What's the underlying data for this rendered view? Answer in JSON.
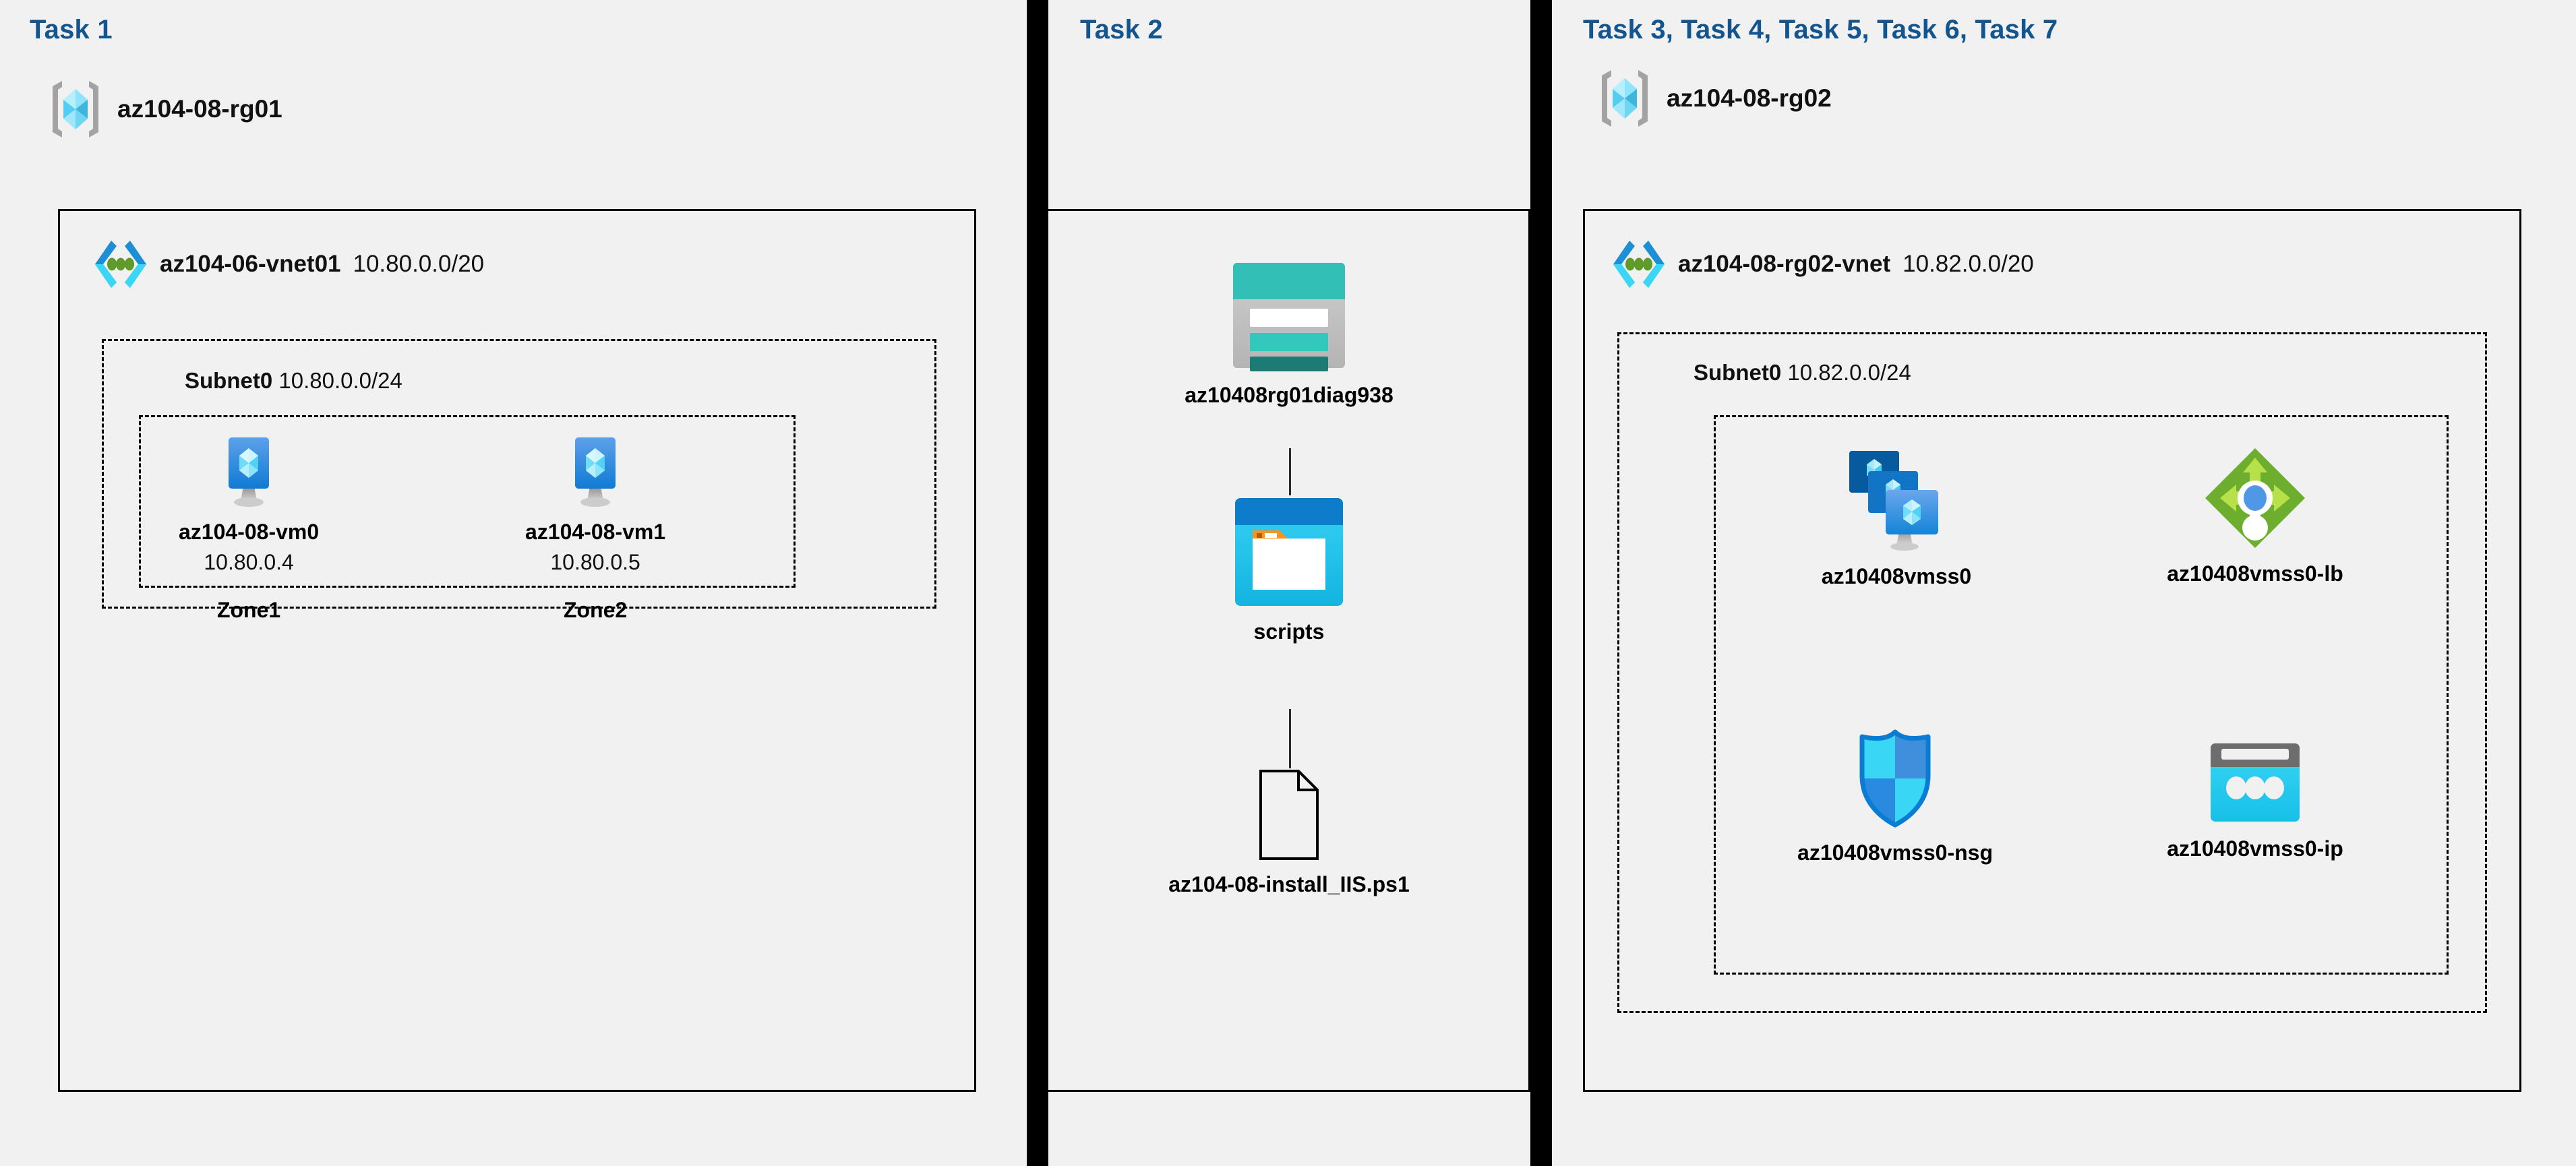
{
  "columns": {
    "task1": {
      "title": "Task 1",
      "resource_group": {
        "name": "az104-08-rg01",
        "icon": "resource-group-icon"
      },
      "vnet": {
        "name": "az104-06-vnet01",
        "cidr": "10.80.0.0/20",
        "icon": "virtual-network-icon"
      },
      "subnet": {
        "name": "Subnet0",
        "cidr": "10.80.0.0/24"
      },
      "vms": [
        {
          "name": "az104-08-vm0",
          "ip": "10.80.0.4",
          "zone": "Zone1",
          "icon": "virtual-machine-icon"
        },
        {
          "name": "az104-08-vm1",
          "ip": "10.80.0.5",
          "zone": "Zone2",
          "icon": "virtual-machine-icon"
        }
      ]
    },
    "task2": {
      "title": "Task 2",
      "nodes": [
        {
          "name": "az10408rg01diag938",
          "icon": "storage-account-icon"
        },
        {
          "name": "scripts",
          "icon": "blob-container-icon"
        },
        {
          "name": "az104-08-install_IIS.ps1",
          "icon": "file-icon"
        }
      ]
    },
    "task3": {
      "title": "Task 3, Task 4, Task 5, Task 6, Task 7",
      "resource_group": {
        "name": "az104-08-rg02",
        "icon": "resource-group-icon"
      },
      "vnet": {
        "name": "az104-08-rg02-vnet",
        "cidr": "10.82.0.0/20",
        "icon": "virtual-network-icon"
      },
      "subnet": {
        "name": "Subnet0",
        "cidr": "10.82.0.0/24"
      },
      "resources": [
        {
          "name": "az10408vmss0",
          "icon": "vm-scale-set-icon"
        },
        {
          "name": "az10408vmss0-lb",
          "icon": "load-balancer-icon"
        },
        {
          "name": "az10408vmss0-nsg",
          "icon": "network-security-group-icon"
        },
        {
          "name": "az10408vmss0-ip",
          "icon": "public-ip-address-icon"
        }
      ]
    }
  },
  "colors": {
    "task_title": "#12558f",
    "panel_background": "#f1f1f1",
    "divider": "#000000",
    "border": "#000000",
    "storage_teal": "#32bfb5",
    "storage_teal_dark": "#1d7b75",
    "blob_blue": "#0078d4",
    "blob_cyan": "#32c8f0",
    "blob_orange": "#f7941e",
    "vm_blue": "#0078d4",
    "lb_green": "#6eae2e",
    "lb_arrow_green": "#b6e14b",
    "lb_center_blue": "#5197e8",
    "nsg_cyan": "#3ad6f5",
    "nsg_blue": "#3f8fdd",
    "ip_cyan": "#32c8f0",
    "ip_gray": "#6d6d6d",
    "rg_gray": "#a0a0a0",
    "vnet_blue": "#1c8fd6",
    "vnet_cyan": "#3ad6f5",
    "vnet_green": "#5e9b28"
  }
}
